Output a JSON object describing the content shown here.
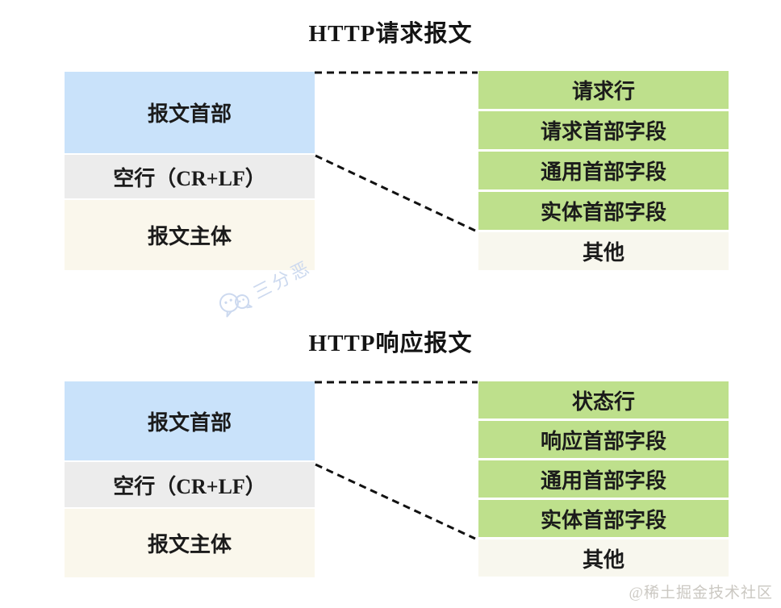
{
  "request_diagram": {
    "title": "HTTP请求报文",
    "message_box": {
      "header": "报文首部",
      "blank_line": "空行（CR+LF）",
      "body": "报文主体"
    },
    "header_detail": {
      "rows": [
        "请求行",
        "请求首部字段",
        "通用首部字段",
        "实体首部字段",
        "其他"
      ]
    }
  },
  "response_diagram": {
    "title": "HTTP响应报文",
    "message_box": {
      "header": "报文首部",
      "blank_line": "空行（CR+LF）",
      "body": "报文主体"
    },
    "header_detail": {
      "rows": [
        "状态行",
        "响应首部字段",
        "通用首部字段",
        "实体首部字段",
        "其他"
      ]
    }
  },
  "watermark": {
    "icon": "wechat-icon",
    "text": "三分恶"
  },
  "credit": "@稀土掘金技术社区",
  "colors": {
    "header_fill": "#c9e2fa",
    "blank_fill": "#ececec",
    "body_fill": "#faf7ec",
    "detail_fill": "#bee08c",
    "other_fill": "#f8f7ee",
    "connector": "#111111",
    "text": "#1b1b1b",
    "watermark": "#ccd9ef",
    "credit": "#cbc8c2"
  }
}
